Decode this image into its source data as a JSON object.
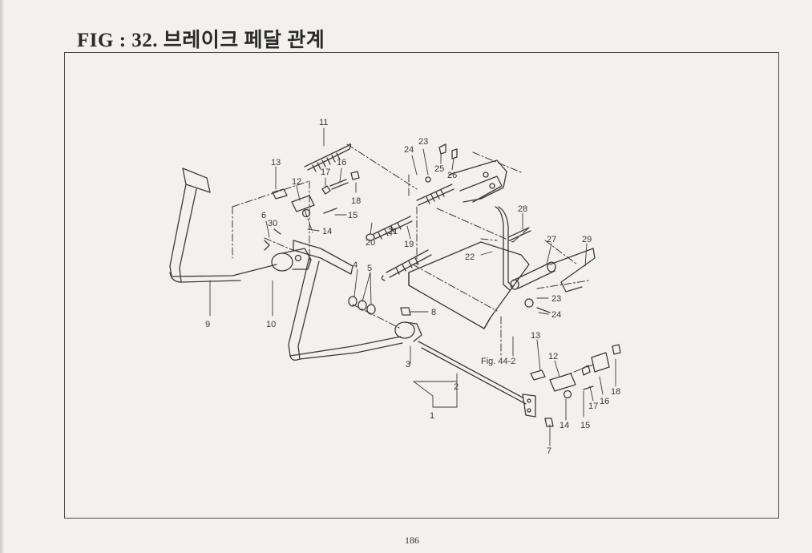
{
  "figure": {
    "title": "FIG : 32. 브레이크 페달 관계",
    "page_number": "186",
    "reference": "Fig. 44-2"
  },
  "callouts": [
    {
      "id": "c11a",
      "text": "11"
    },
    {
      "id": "c13a",
      "text": "13"
    },
    {
      "id": "c12a",
      "text": "12"
    },
    {
      "id": "c17a",
      "text": "17"
    },
    {
      "id": "c16a",
      "text": "16"
    },
    {
      "id": "c18a",
      "text": "18"
    },
    {
      "id": "c15a",
      "text": "15"
    },
    {
      "id": "c14a",
      "text": "14"
    },
    {
      "id": "c6",
      "text": "6"
    },
    {
      "id": "c30",
      "text": "30"
    },
    {
      "id": "c9",
      "text": "9"
    },
    {
      "id": "c10",
      "text": "10"
    },
    {
      "id": "c4",
      "text": "4"
    },
    {
      "id": "c5",
      "text": "5"
    },
    {
      "id": "c8",
      "text": "8"
    },
    {
      "id": "c3",
      "text": "3"
    },
    {
      "id": "c2",
      "text": "2"
    },
    {
      "id": "c1",
      "text": "1"
    },
    {
      "id": "c24a",
      "text": "24"
    },
    {
      "id": "c23a",
      "text": "23"
    },
    {
      "id": "c25",
      "text": "25"
    },
    {
      "id": "c26",
      "text": "26"
    },
    {
      "id": "c20",
      "text": "20"
    },
    {
      "id": "c21",
      "text": "21"
    },
    {
      "id": "c19",
      "text": "19"
    },
    {
      "id": "c22",
      "text": "22"
    },
    {
      "id": "c28",
      "text": "28"
    },
    {
      "id": "c27",
      "text": "27"
    },
    {
      "id": "c29",
      "text": "29"
    },
    {
      "id": "c23b",
      "text": "23"
    },
    {
      "id": "c24b",
      "text": "24"
    },
    {
      "id": "c13b",
      "text": "13"
    },
    {
      "id": "c12b",
      "text": "12"
    },
    {
      "id": "c18b",
      "text": "18"
    },
    {
      "id": "c16b",
      "text": "16"
    },
    {
      "id": "c17b",
      "text": "17"
    },
    {
      "id": "c15b",
      "text": "15"
    },
    {
      "id": "c14b",
      "text": "14"
    },
    {
      "id": "c7",
      "text": "7"
    }
  ]
}
